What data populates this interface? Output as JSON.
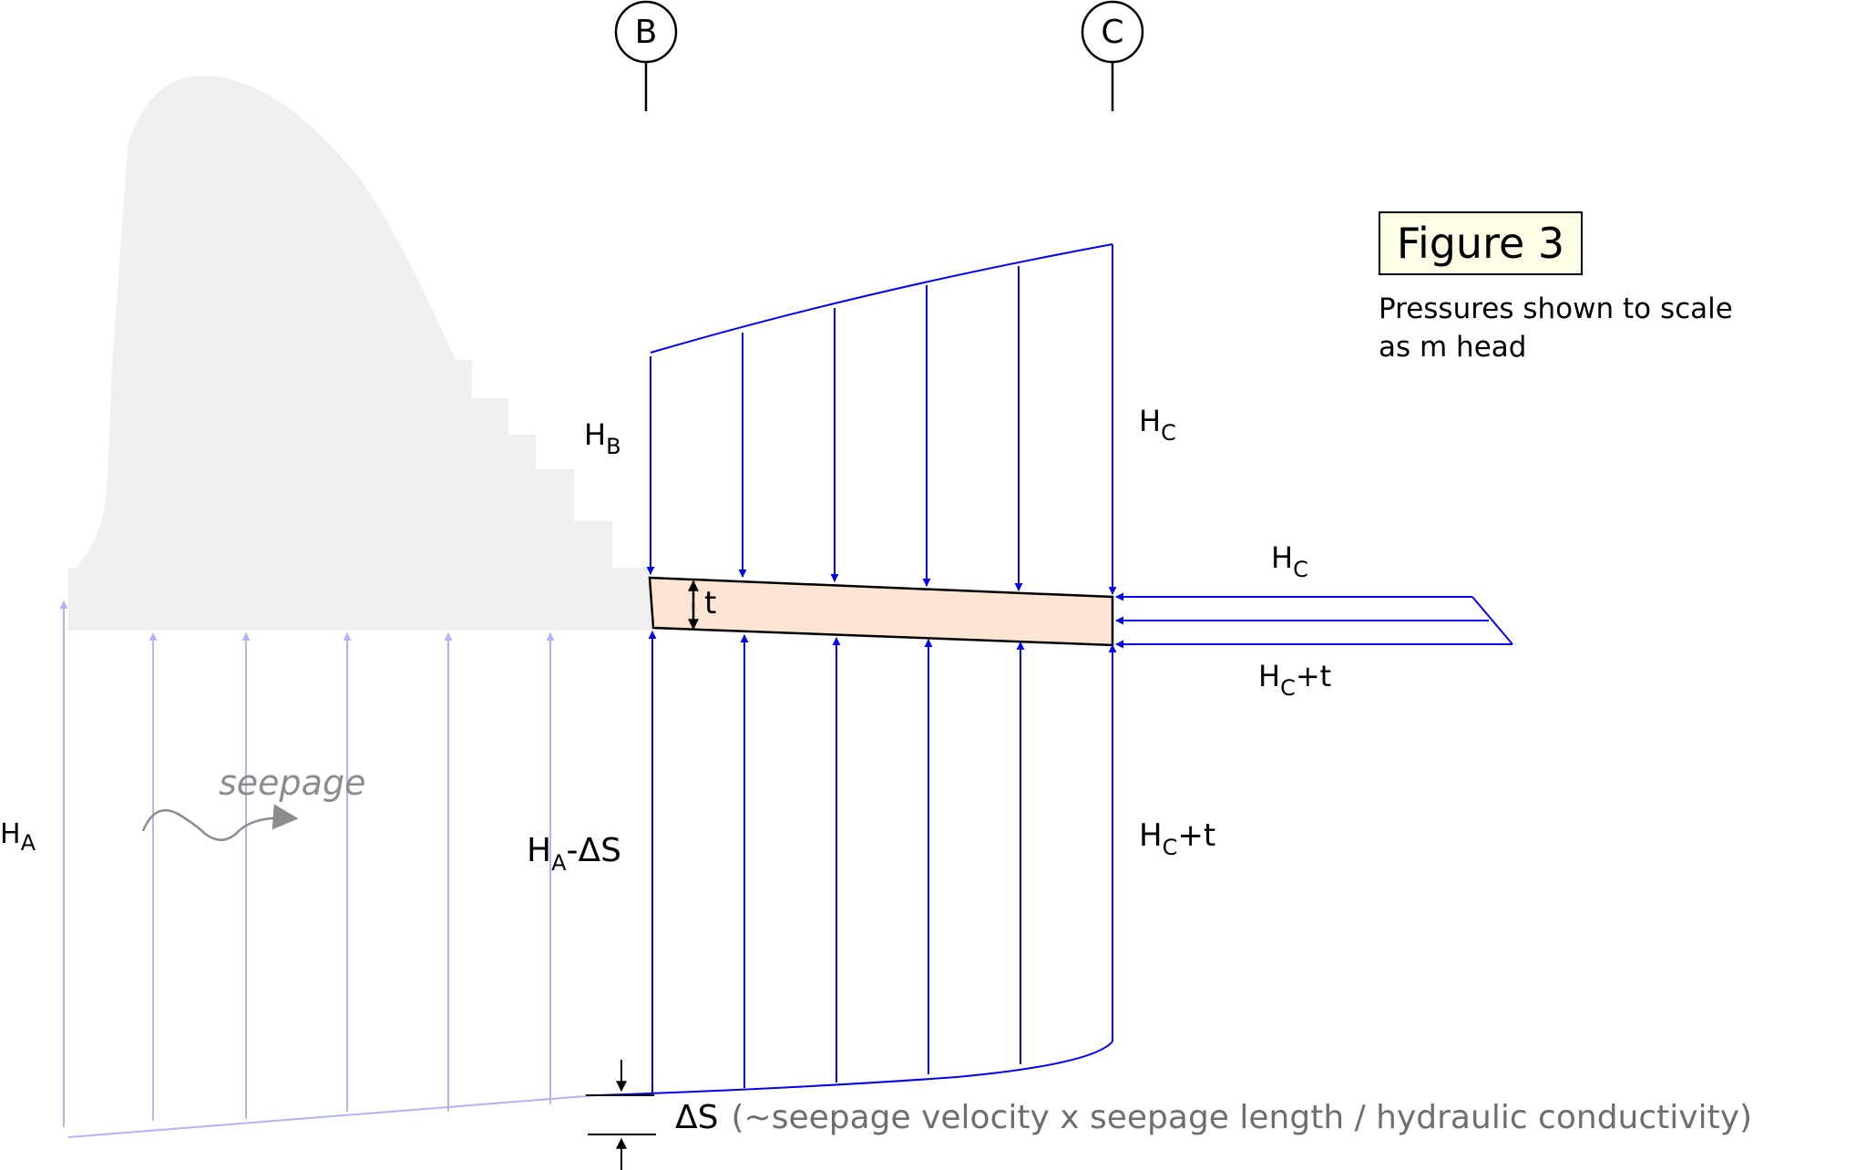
{
  "markers": {
    "b": "B",
    "c": "C"
  },
  "figure": {
    "title": "Figure 3",
    "note_line1": "Pressures shown to scale",
    "note_line2": "as m head"
  },
  "labels": {
    "h_letter": "H",
    "sub_a": "A",
    "sub_b": "B",
    "sub_c": "C",
    "t": "t",
    "plus_t": "+t",
    "minus_delta_s": "-ΔS",
    "seepage": "seepage",
    "delta_s": "ΔS",
    "delta_s_note": "(~seepage velocity x seepage length / hydraulic conductivity)"
  },
  "colors": {
    "pressure": "#0000ee",
    "faded_pressure": "#b3b3f5",
    "dam": "#efefed",
    "slab": "#fde4d3",
    "figure_box": "#fefde6",
    "grey_text": "#6e6e6e"
  }
}
